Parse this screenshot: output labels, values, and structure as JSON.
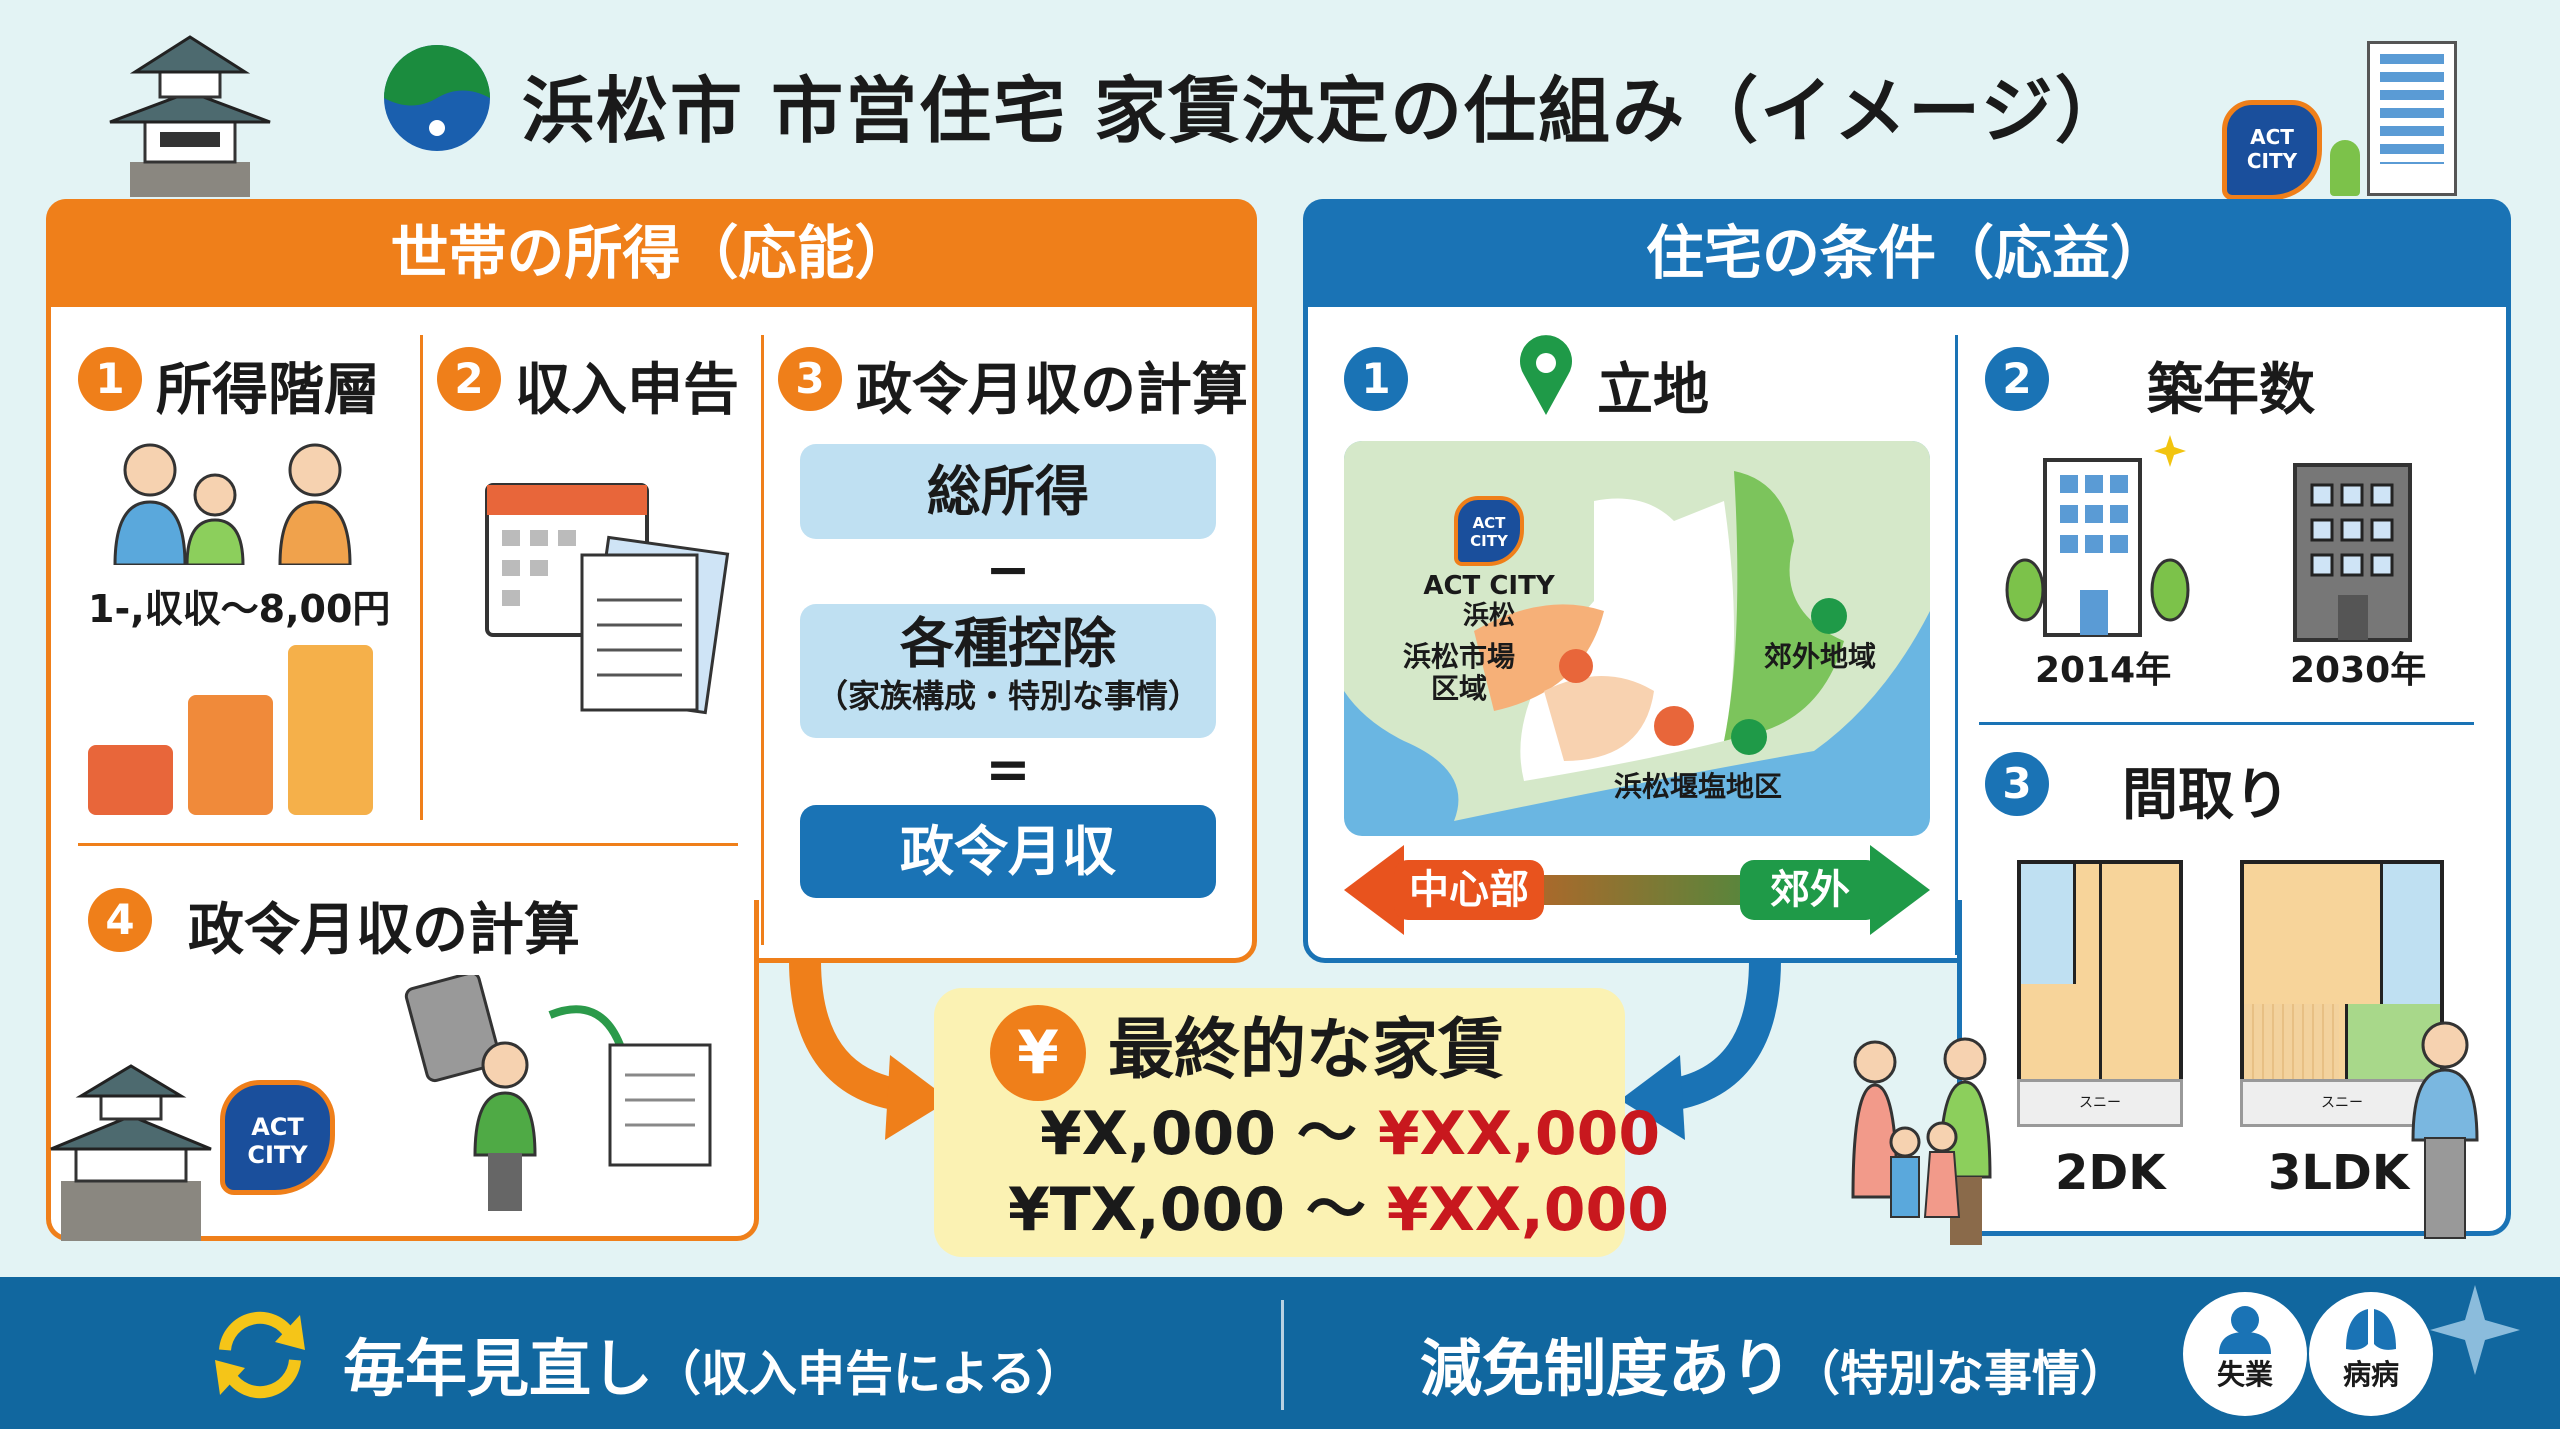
{
  "title": "浜松市 市営住宅 家賃決定の仕組み（イメージ）",
  "left_panel": {
    "header": "世帯の所得（応能）",
    "sections": [
      {
        "number": "1",
        "heading": "所得階層",
        "income_label": "1-,収収〜8,00円"
      },
      {
        "number": "2",
        "heading": "収入申告"
      },
      {
        "number": "3",
        "heading": "政令月収の計算",
        "total_income": "総所得",
        "minus": "−",
        "deductions": "各種控除",
        "deductions_note": "（家族構成・特別な事情）",
        "equals": "=",
        "result": "政令月収"
      },
      {
        "number": "4",
        "heading": "政令月収の計算"
      }
    ],
    "logo_text": "ACT CITY"
  },
  "right_panel": {
    "header": "住宅の条件（応益）",
    "location": {
      "number": "1",
      "heading": "立地",
      "map_labels": {
        "act_city": "ACT CITY",
        "act_city_sub": "浜松",
        "city_area": "浜松市場区域",
        "suburb": "郊外地域",
        "district": "浜松堰塩地区"
      },
      "arrow_left": "中心部",
      "arrow_right": "郊外"
    },
    "age": {
      "number": "2",
      "heading": "築年数",
      "new_year": "2014年",
      "old_year": "2030年"
    },
    "layout": {
      "number": "3",
      "heading": "間取り",
      "plan_a": "2DK",
      "plan_b": "3LDK",
      "balcony": "スニー"
    }
  },
  "final_rent": {
    "icon": "¥",
    "heading": "最終的な家賃",
    "rows": [
      {
        "from": "¥X,000 〜 ",
        "to": "¥XX,000"
      },
      {
        "from": "¥TX,000 〜 ",
        "to": "¥XX,000"
      }
    ]
  },
  "bottom": {
    "left_main": "毎年見直し",
    "left_sub": "（収入申告による）",
    "right_main": "減免制度あり",
    "right_sub": "（特別な事情）",
    "badges": [
      "失業",
      "病病"
    ]
  },
  "top_badge": "ACT CITY",
  "colors": {
    "orange": "#ef7f1a",
    "blue": "#1a73b5",
    "footer": "#11679f",
    "red": "#c8181e"
  }
}
